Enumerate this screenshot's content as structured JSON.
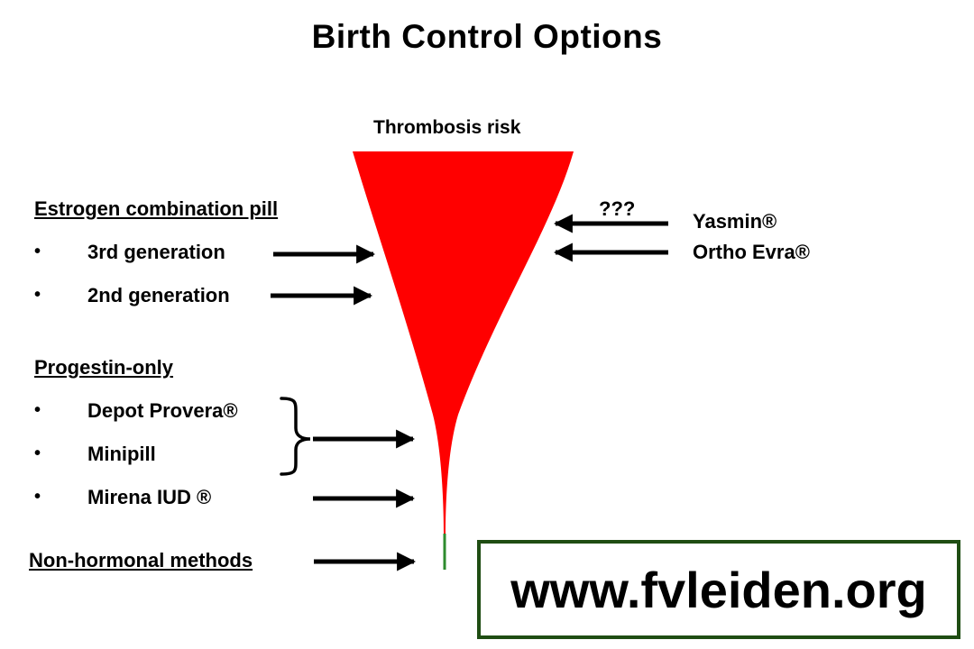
{
  "title": "Birth Control Options",
  "risk_label": "Thrombosis risk",
  "estrogen": {
    "heading": "Estrogen combination pill",
    "items": [
      "3rd generation",
      "2nd generation"
    ]
  },
  "progestin": {
    "heading": "Progestin-only",
    "items": [
      "Depot Provera®",
      "Minipill",
      "Mirena IUD ®"
    ]
  },
  "non_hormonal": {
    "heading": "Non-hormonal methods"
  },
  "right_side": {
    "unknown": "???",
    "items": [
      "Yasmin®",
      "Ortho Evra®"
    ]
  },
  "bullet_char": "•",
  "website": "www.fvleiden.org",
  "colors": {
    "funnel": "#ff0000",
    "funnel_tip": "#2e8b2e",
    "arrow": "#000000",
    "website_border": "#1f4d13"
  }
}
